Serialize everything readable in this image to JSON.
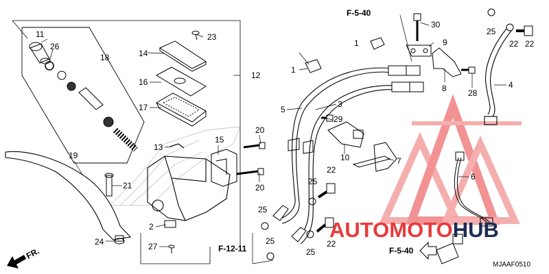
{
  "diagram": {
    "part_numbers": [
      "1",
      "2",
      "3",
      "4",
      "5",
      "6",
      "7",
      "8",
      "9",
      "10",
      "11",
      "12",
      "13",
      "14",
      "15",
      "16",
      "17",
      "18",
      "19",
      "20",
      "21",
      "22",
      "23",
      "24",
      "25",
      "26",
      "27",
      "28",
      "29",
      "30"
    ],
    "callouts": {
      "n11": "11",
      "n26": "26",
      "n18": "18",
      "n14": "14",
      "n23": "23",
      "n12": "12",
      "n16": "16",
      "n17": "17",
      "n19": "19",
      "n13": "13",
      "n15": "15",
      "n20a": "20",
      "n20b": "20",
      "n21": "21",
      "n2": "2",
      "n24": "24",
      "n27": "27",
      "n1a": "1",
      "n1b": "1",
      "n5": "5",
      "n3": "3",
      "n29": "29",
      "n10": "10",
      "n9": "9",
      "n30": "30",
      "n8": "8",
      "n28": "28",
      "n4": "4",
      "n25a": "25",
      "n22a": "22",
      "n25b": "25",
      "n22b": "22",
      "n7": "7",
      "n6": "6",
      "n22c": "22",
      "n25c": "25",
      "n25d": "25",
      "n25e": "25",
      "n22d": "22"
    },
    "references": {
      "top": "F-5-40",
      "bottom_left": "F-12-11",
      "bottom_right": "F-5-40"
    },
    "diagram_code": "MJAAF0510",
    "fr_label": "FR."
  },
  "watermark": {
    "text_red": "AUTOMOTO",
    "text_dark": "HUB",
    "colors": {
      "red": "#e83a3a",
      "dark": "#1d2b57"
    }
  }
}
